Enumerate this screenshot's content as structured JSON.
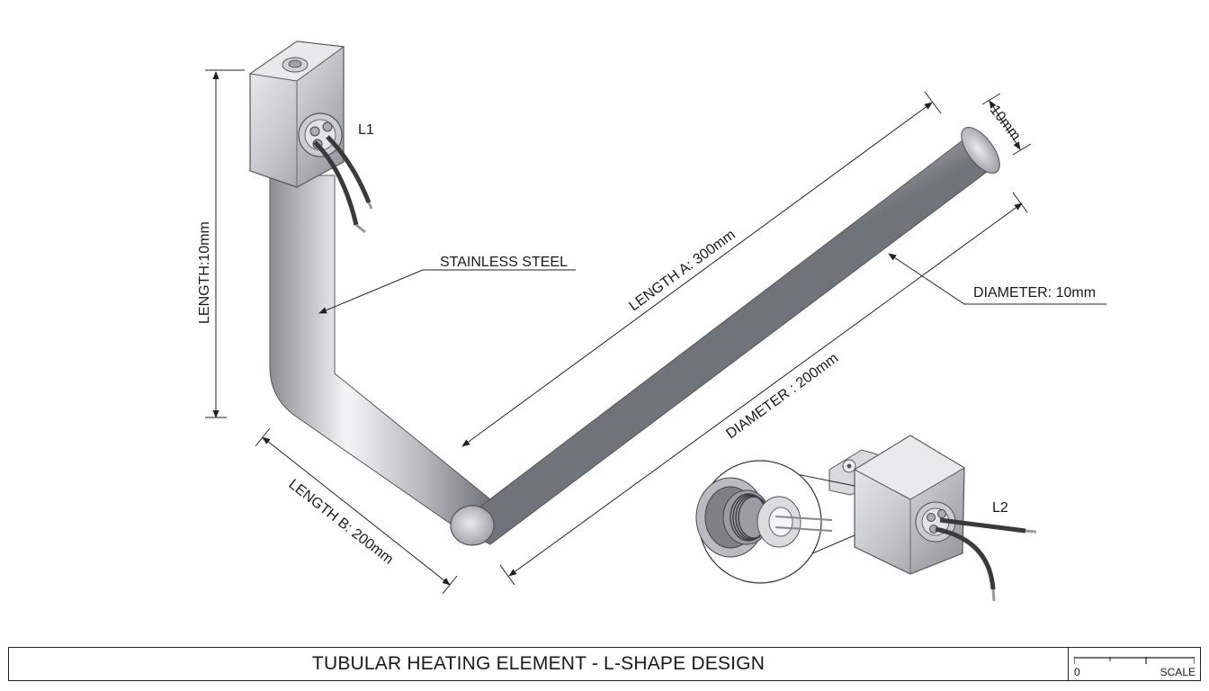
{
  "labels": {
    "l1": "L1",
    "l2": "L2",
    "material": "STAINLESS STEEL",
    "length_vertical": "LENGTH:10mm",
    "length_a": "LENGTH A: 300mm",
    "length_b": "LENGTH B: 200mm",
    "tube_end": "10mm",
    "diameter": "DIAMETER: 10mm",
    "diameter_long": "DIAMETER : 200mm"
  },
  "title_block": {
    "title": "TUBULAR HEATING ELEMENT - L-SHAPE DESIGN",
    "scale_zero": "0",
    "scale_label": "SCALE"
  },
  "colors": {
    "steel_light": "#f2f3f5",
    "steel_mid": "#b9bcc1",
    "steel_dark": "#7b7f86",
    "wire": "#3a3a3a",
    "line": "#222222"
  }
}
